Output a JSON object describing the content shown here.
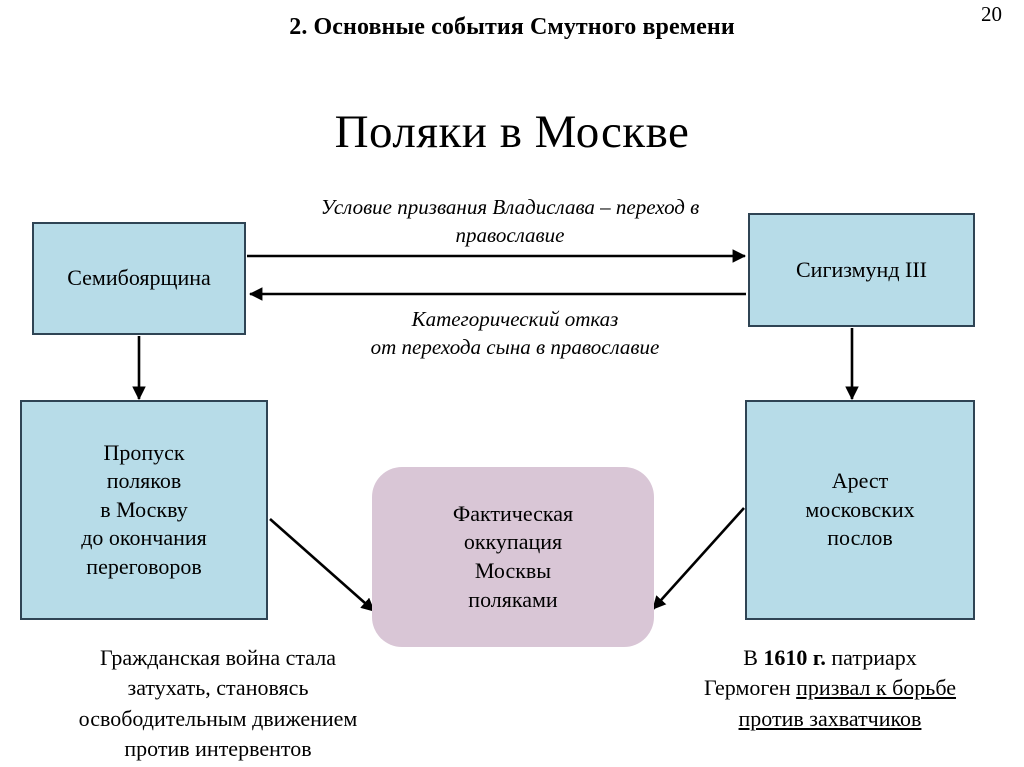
{
  "slide": {
    "header": "2. Основные события Смутного времени",
    "page_number": "20",
    "title": "Поляки в Москве"
  },
  "boxes": [
    {
      "id": "semiboyarshchina",
      "label": "Семибоярщина",
      "lines": [
        "Семибоярщина"
      ],
      "fill": "#b7dce8",
      "border": "#2f4454",
      "shape": "rect"
    },
    {
      "id": "sigismund",
      "label": "Сигизмунд III",
      "lines": [
        "Сигизмунд III"
      ],
      "fill": "#b7dce8",
      "border": "#2f4454",
      "shape": "rect"
    },
    {
      "id": "propusk",
      "label": "Пропуск поляков в Москву до окончания переговоров",
      "lines": [
        "Пропуск",
        "поляков",
        "в Москву",
        "до окончания",
        "переговоров"
      ],
      "fill": "#b7dce8",
      "border": "#2f4454",
      "shape": "rect"
    },
    {
      "id": "occupation",
      "label": "Фактическая оккупация Москвы поляками",
      "lines": [
        "Фактическая",
        "оккупация",
        "Москвы",
        "поляками"
      ],
      "fill": "#d9c6d6",
      "border": "none",
      "shape": "rounded-rect"
    },
    {
      "id": "arest",
      "label": "Арест московских послов",
      "lines": [
        "Арест",
        "московских",
        "послов"
      ],
      "fill": "#b7dce8",
      "border": "#2f4454",
      "shape": "rect"
    }
  ],
  "edge_labels": {
    "condition": {
      "lines": [
        "Условие призвания Владислава – переход в",
        "православие"
      ],
      "from": "semiboyarshchina",
      "to": "sigismund"
    },
    "refusal": {
      "lines": [
        "Категорический отказ",
        "от перехода сына в  православие"
      ],
      "from": "sigismund",
      "to": "semiboyarshchina"
    }
  },
  "captions": {
    "left": {
      "lines": [
        "Гражданская война стала",
        "затухать, становясь",
        "освободительным движением",
        "против интервентов"
      ]
    },
    "right": {
      "line1_prefix": "В ",
      "line1_bold": "1610 г.",
      "line1_suffix": " патриарх",
      "line2_prefix": "Гермоген ",
      "line2_underlined": "призвал к борьбе",
      "line3_underlined": "против захватчиков"
    }
  },
  "arrow_color": "#000000"
}
